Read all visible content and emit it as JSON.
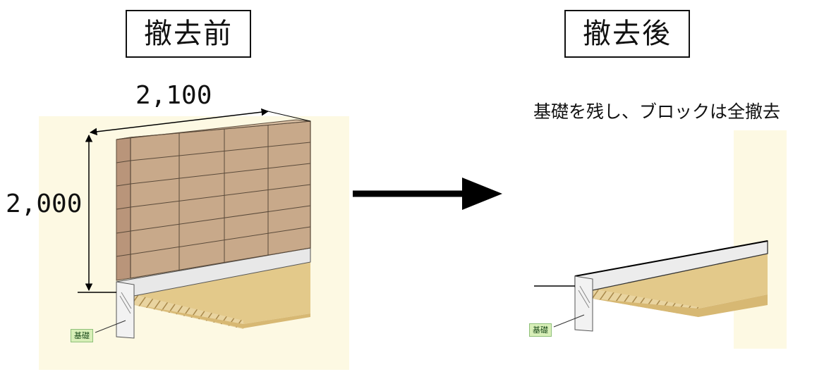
{
  "before": {
    "title": "撤去前",
    "width_dimension": "2,100",
    "height_dimension": "2,000",
    "foundation_label": "基礎"
  },
  "after": {
    "title": "撤去後",
    "caption": "基礎を残し、ブロックは全撤去",
    "foundation_label": "基礎"
  },
  "colors": {
    "block_fill": "#c8a98a",
    "block_mortar": "#5a4a3a",
    "ground_fill": "#e3c98a",
    "ground_hatch": "#a8884a",
    "foundation_fill": "#efefef",
    "background_glow": "#fdf8e0",
    "label_fill": "#d8efb8",
    "arrow": "#000000"
  }
}
